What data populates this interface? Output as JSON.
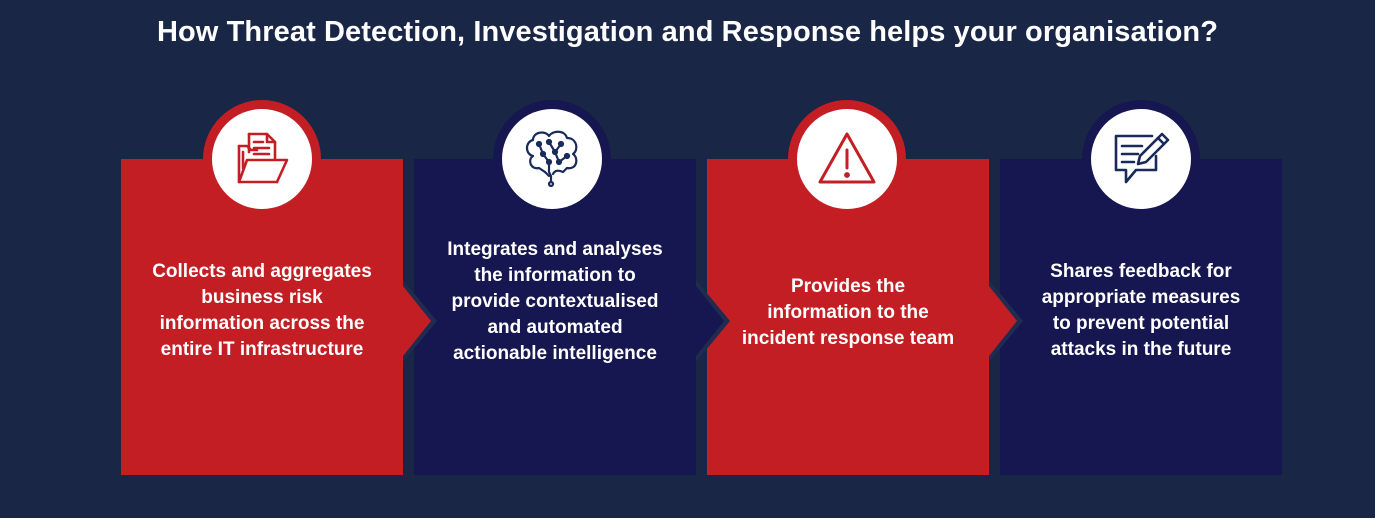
{
  "title": "How Threat Detection, Investigation and Response helps your organisation?",
  "colors": {
    "background": "#1a2646",
    "red": "#c41e25",
    "navy": "#161650",
    "white": "#ffffff"
  },
  "steps": [
    {
      "icon": "document-folder-icon",
      "text": "Collects and aggregates business risk information across the entire IT infrastructure"
    },
    {
      "icon": "brain-circuit-icon",
      "text": "Integrates and analyses the information to provide contextualised and automated actionable intelligence"
    },
    {
      "icon": "warning-triangle-icon",
      "text": "Provides the information to the incident response team"
    },
    {
      "icon": "feedback-chat-edit-icon",
      "text": "Shares feedback for appropriate measures to prevent potential attacks in the future"
    }
  ]
}
